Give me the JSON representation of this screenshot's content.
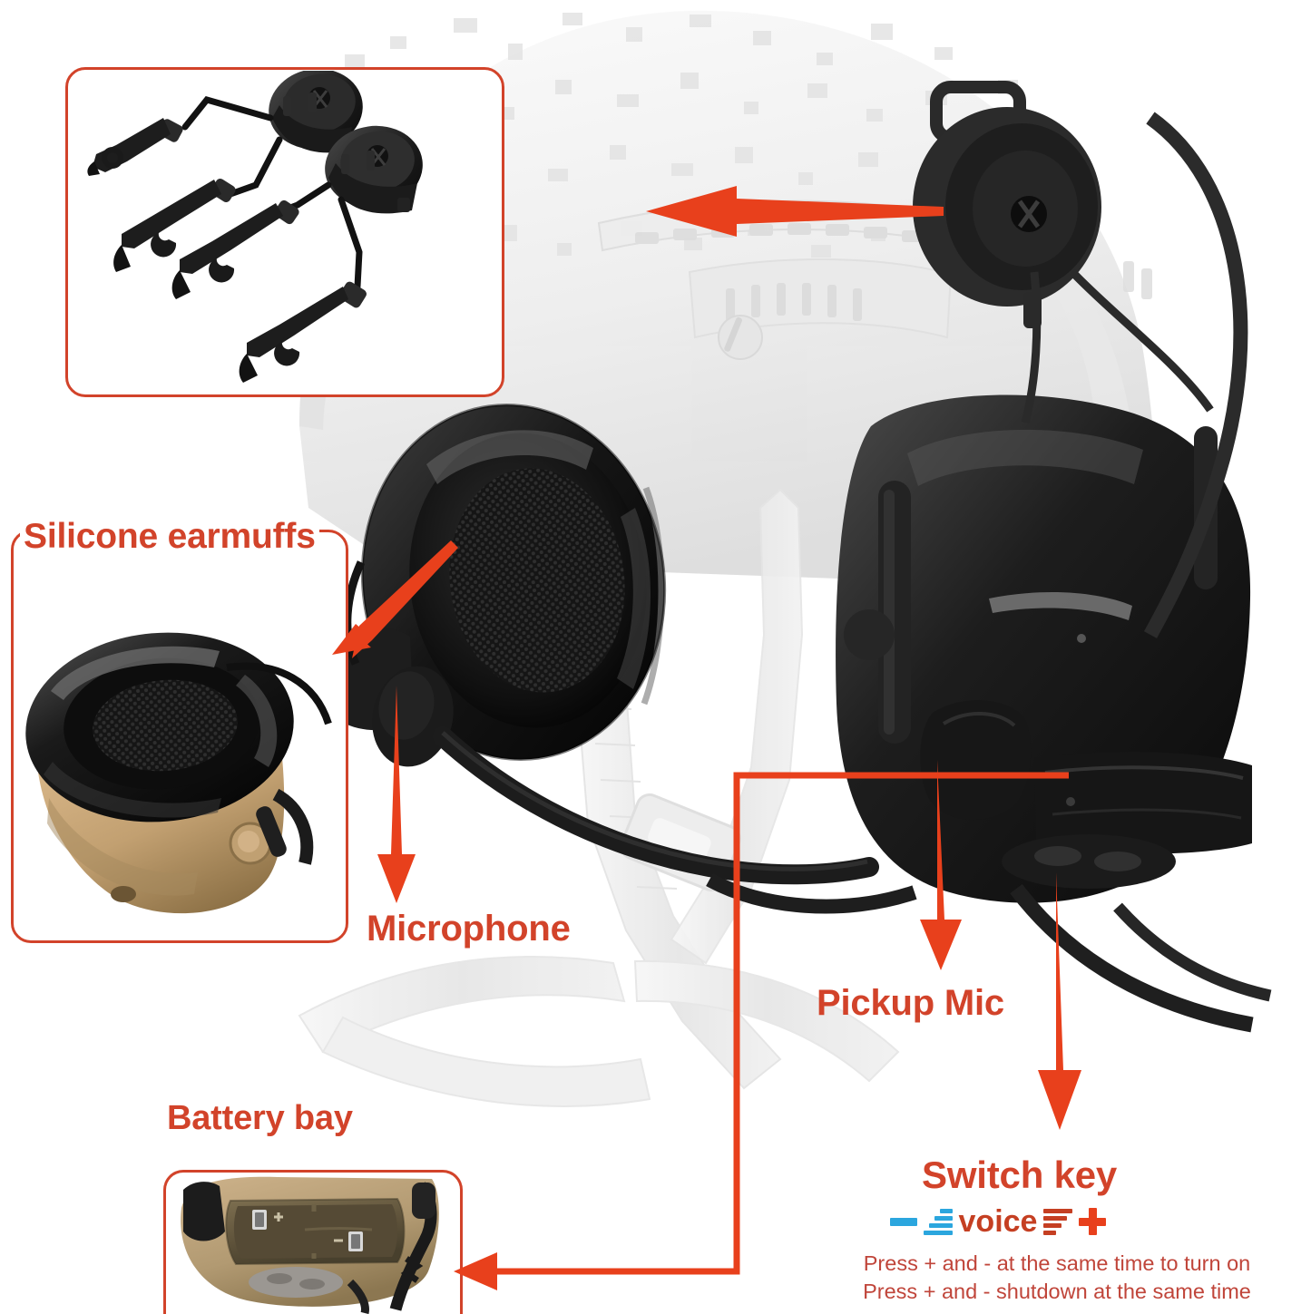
{
  "theme": {
    "accent_red": "#D2432A",
    "arrow_red": "#E8401C",
    "body_red": "#C0453A",
    "voice_blue": "#2BA6DE",
    "voice_red": "#C53F22",
    "helmet_white": "#F2F2F2",
    "earcup_black": "#1A1A1A",
    "earmuff_tan": "#C2A278",
    "background": "#FFFFFF"
  },
  "callouts": {
    "silicone_earmuffs": {
      "label": "Silicone earmuffs",
      "icon": "earmuff-cup-photo"
    },
    "microphone": {
      "label": "Microphone",
      "icon": "boom-mic-photo"
    },
    "pickup_mic": {
      "label": "Pickup Mic",
      "icon": "pickup-mic-photo"
    },
    "battery_bay": {
      "label": "Battery bay",
      "icon": "battery-compartment-photo"
    },
    "switch_key": {
      "label": "Switch key",
      "voice_label": "voice",
      "minus_icon": "volume-down-icon",
      "plus_icon": "volume-up-icon",
      "instructions": [
        "Press + and -  at the same time to turn on",
        "Press + and - shutdown at the same time"
      ]
    },
    "rail_adapter": {
      "label": "",
      "icon": "helmet-rail-adapter-kit-photo"
    }
  },
  "main_image": {
    "subject": "tactical-helmet-with-comms-headset",
    "helmet": "fast-ballistic-helmet",
    "headset": "electronic-hearing-protection-headset"
  }
}
